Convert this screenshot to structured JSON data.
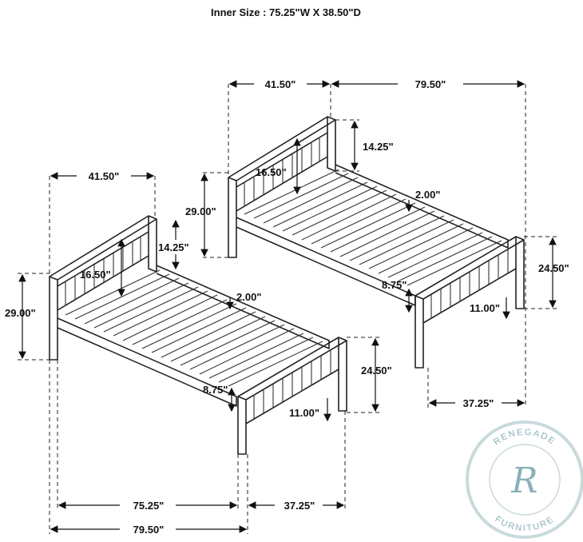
{
  "header": {
    "inner_size": "Inner Size : 75.25\"W X  38.50\"D"
  },
  "bed_top": {
    "width_headboard": "41.50\"",
    "length": "79.50\"",
    "headboard_top": "14.25\"",
    "panel_height": "16.50\"",
    "total_height": "29.00\"",
    "slat_gap": "2.00\"",
    "footboard_height": "24.50\"",
    "rail_height": "8.75\"",
    "leg_height": "11.00\"",
    "footboard_width": "37.25\""
  },
  "bed_bottom": {
    "width_headboard": "41.50\"",
    "headboard_top": "14.25\"",
    "panel_height": "16.50\"",
    "total_height": "29.00\"",
    "slat_gap": "2.00\"",
    "footboard_height": "24.50\"",
    "rail_height": "8.75\"",
    "leg_height": "11.00\"",
    "inner_length": "75.25\"",
    "footboard_width": "37.25\"",
    "length": "79.50\""
  },
  "watermark": {
    "top_text": "RENEGADE",
    "bottom_text": "FURNITURE",
    "monogram": "R",
    "color": "#8ab0b8"
  }
}
